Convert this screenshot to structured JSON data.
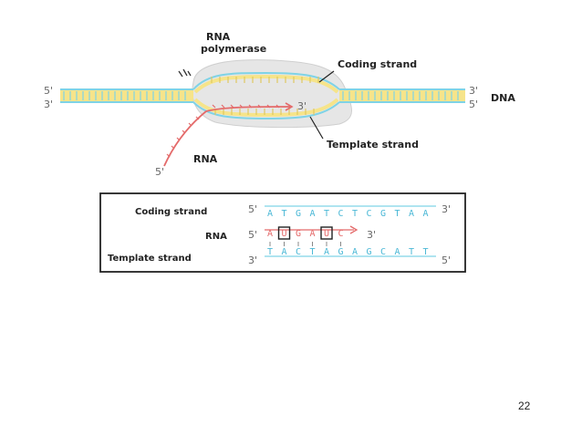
{
  "labels": {
    "rna_polymerase_line1": "RNA",
    "rna_polymerase_line2": "polymerase",
    "coding_strand": "Coding strand",
    "template_strand": "Template strand",
    "dna": "DNA",
    "rna": "RNA",
    "five_prime": "5'",
    "three_prime": "3'"
  },
  "table": {
    "coding_label": "Coding strand",
    "rna_label": "RNA",
    "template_label": "Template strand",
    "coding_seq": [
      "A",
      "T",
      "G",
      "A",
      "T",
      "C",
      "T",
      "C",
      "G",
      "T",
      "A",
      "A"
    ],
    "rna_seq": [
      "A",
      "U",
      "G",
      "A",
      "U",
      "C"
    ],
    "rna_boxed_indices": [
      1,
      4
    ],
    "template_seq": [
      "T",
      "A",
      "C",
      "T",
      "A",
      "G",
      "A",
      "G",
      "C",
      "A",
      "T",
      "T"
    ]
  },
  "colors": {
    "dna_yellow": "#f6e48a",
    "dna_blue": "#7fd3e6",
    "rna_red": "#e46a6a",
    "polymerase": "#e6e6e6"
  },
  "page_number": "22"
}
